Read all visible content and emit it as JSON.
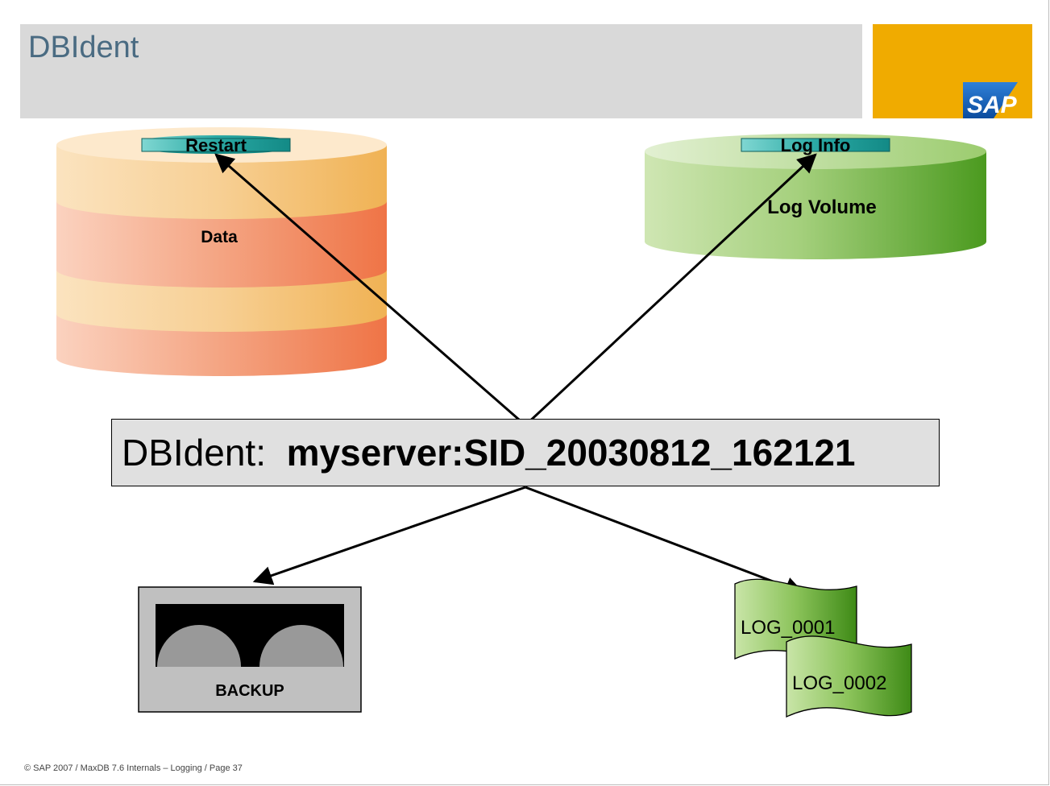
{
  "header": {
    "title": "DBIdent",
    "logo_text": "SAP"
  },
  "diagram": {
    "data_volume": {
      "label": "Data",
      "marker": "Restart"
    },
    "log_volume": {
      "label": "Log Volume",
      "marker": "Log Info"
    },
    "dbident": {
      "prefix": "DBIdent:",
      "value": "myserver:SID_20030812_162121"
    },
    "backup": {
      "label": "BACKUP"
    },
    "log_files": [
      "LOG_0001",
      "LOG_0002"
    ]
  },
  "footer": {
    "text": "© SAP 2007 / MaxDB 7.6 Internals – Logging / Page 37"
  },
  "colors": {
    "title_text": "#4a6b82",
    "title_bar": "#d9d9d9",
    "logo_bg": "#f0ab00",
    "logo_blue": "#1b62b5",
    "marker": "#2aa9a4",
    "log_green": "#4f9a1f"
  }
}
